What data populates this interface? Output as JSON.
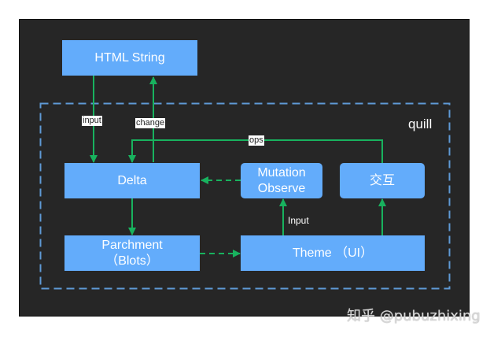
{
  "container": {
    "label": "quill"
  },
  "nodes": {
    "html_string": "HTML String",
    "delta": "Delta",
    "mutation_observe": "Mutation\nObserve",
    "interaction": "交互",
    "parchment": "Parchment\n（Blots）",
    "theme": "Theme （UI）"
  },
  "edges": {
    "input": "input",
    "change": "change",
    "ops": "ops",
    "theme_input": "Input"
  },
  "colors": {
    "background": "#262626",
    "node": "#63acfb",
    "arrow": "#18b25e",
    "container_border": "#5f9ad6"
  },
  "watermark": "知乎 @pubuzhixing"
}
